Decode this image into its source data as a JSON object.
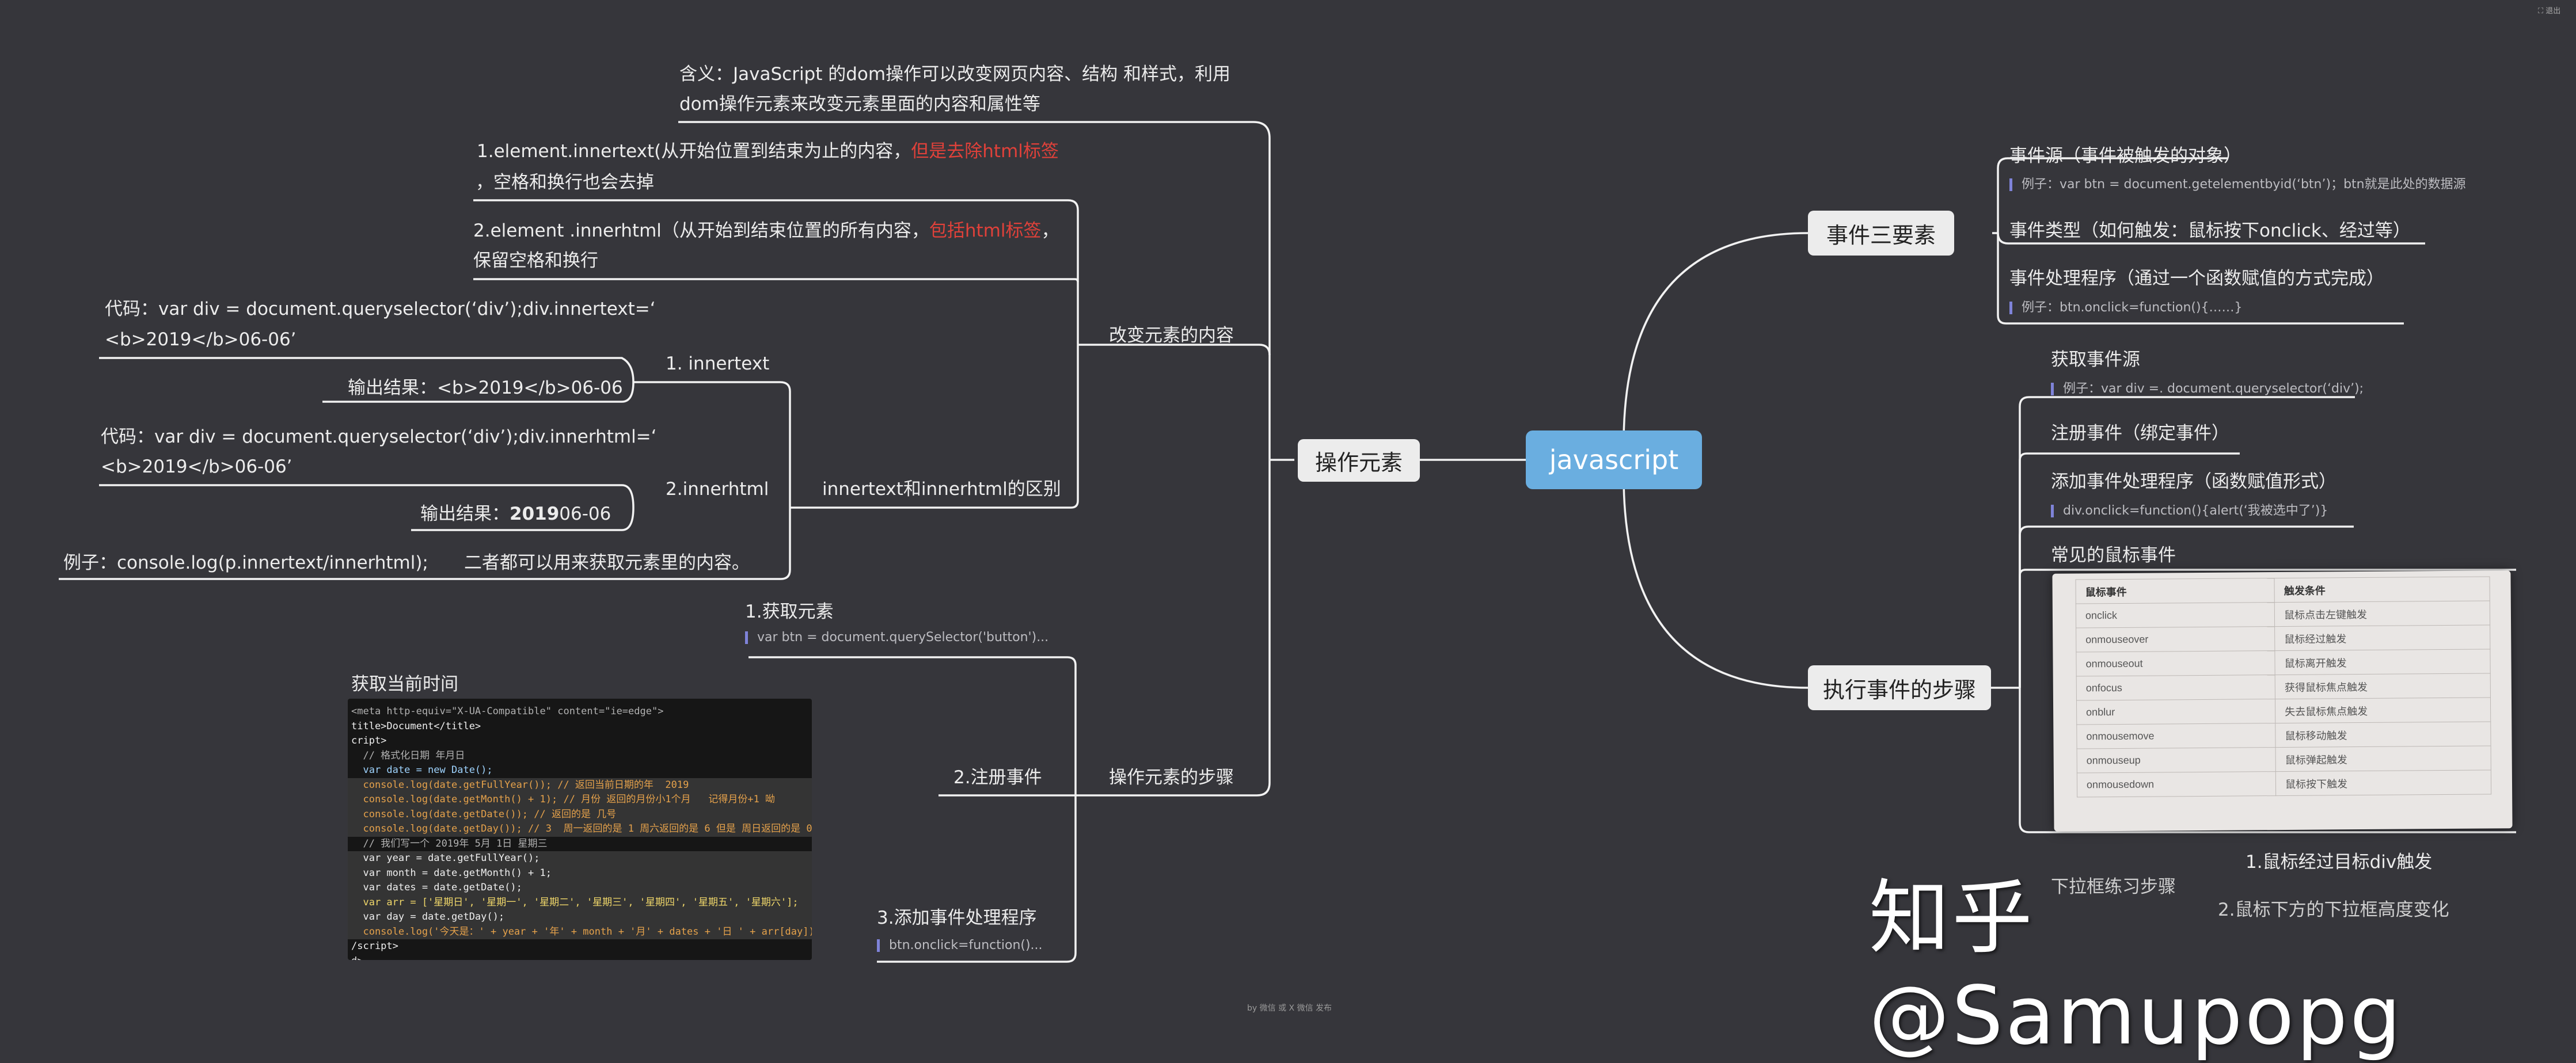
{
  "root": "javascript",
  "dom": {
    "title": "操作元素",
    "meaning": [
      "含义：JavaScript 的dom操作可以改变网页内容、结构 和样式，利用",
      "dom操作元素来改变元素里面的内容和属性等"
    ],
    "change_content": {
      "title": "改变元素的内容",
      "innertext_desc": {
        "before": "1.element.innertext(从开始位置到结束为止的内容，",
        "red": "但是去除html标签",
        "line2": "，空格和换行也会去掉"
      },
      "innerhtml_desc": {
        "before": "2.element .innerhtml（从开始到结束位置的所有内容，",
        "red": "包括html标签",
        "after": "，",
        "line2": "保留空格和换行"
      },
      "diff": {
        "title": "innertext和innerhtml的区别",
        "innertext": {
          "label": "1. innertext",
          "code": [
            "代码：var div = document.queryselector(‘div’);div.innertext=‘",
            "<b>2019</b>06-06’"
          ],
          "result": "输出结果：<b>2019</b>06-06"
        },
        "innerhtml": {
          "label": "2.innerhtml",
          "code": [
            "代码：var div = document.queryselector(‘div’);div.innerhtml=‘",
            "<b>2019</b>06-06’"
          ],
          "result_prefix": "输出结果：",
          "result_bold": "2019",
          "result_suffix": "06-06"
        },
        "both": "二者都可以用来获取元素里的内容。",
        "example": "例子：console.log(p.innertext/innerhtml);"
      }
    },
    "steps": {
      "title": "操作元素的步骤",
      "get": {
        "label": "1.获取元素",
        "note": "var btn = document.querySelector('button')..."
      },
      "register": {
        "label": "2.注册事件"
      },
      "handler": {
        "label": "3.添加事件处理程序",
        "note": "btn.onclick=function()..."
      },
      "time": {
        "label": "获取当前时间",
        "code": [
          "<meta http-equiv=\"X-UA-Compatible\" content=\"ie=edge\">",
          "title>Document</title>",
          "cript>",
          "  // 格式化日期 年月日",
          "  var date = new Date();",
          "  console.log(date.getFullYear()); // 返回当前日期的年  2019",
          "  console.log(date.getMonth() + 1); // 月份 返回的月份小1个月   记得月份+1 呦",
          "  console.log(date.getDate()); // 返回的是 几号",
          "  console.log(date.getDay()); // 3  周一返回的是 1 周六返回的是 6 但是 周日返回的是 0",
          "  // 我们写一个 2019年 5月 1日 星期三",
          "  var year = date.getFullYear();",
          "  var month = date.getMonth() + 1;",
          "  var dates = date.getDate();",
          "  var arr = ['星期日', '星期一', '星期二', '星期三', '星期四', '星期五', '星期六'];",
          "  var day = date.getDay();",
          "  console.log('今天是：' + year + '年' + month + '月' + dates + '日 ' + arr[day]);",
          "/script>",
          "d>"
        ]
      }
    }
  },
  "events": {
    "three": {
      "title": "事件三要素",
      "source": {
        "label": "事件源（事件被触发的对象）",
        "note": "例子：var btn = document.getelementbyid(‘btn’)；btn就是此处的数据源"
      },
      "type": {
        "label": "事件类型（如何触发：鼠标按下onclick、经过等）"
      },
      "handler": {
        "label": "事件处理程序（通过一个函数赋值的方式完成）",
        "note": "例子：btn.onclick=function(){……}"
      }
    },
    "steps": {
      "title": "执行事件的步骤",
      "get_source": {
        "label": "获取事件源",
        "note": "例子：var div =. document.queryselector(‘div’);"
      },
      "register": {
        "label": "注册事件（绑定事件）"
      },
      "add_handler": {
        "label": "添加事件处理程序（函数赋值形式）",
        "note": "div.onclick=function(){alert(‘我被选中了’)}"
      },
      "mouse": {
        "label": "常见的鼠标事件",
        "header": [
          "鼠标事件",
          "触发条件"
        ],
        "rows": [
          [
            "onclick",
            "鼠标点击左键触发"
          ],
          [
            "onmouseover",
            "鼠标经过触发"
          ],
          [
            "onmouseout",
            "鼠标离开触发"
          ],
          [
            "onfocus",
            "获得鼠标焦点触发"
          ],
          [
            "onblur",
            "失去鼠标焦点触发"
          ],
          [
            "onmousemove",
            "鼠标移动触发"
          ],
          [
            "onmouseup",
            "鼠标弹起触发"
          ],
          [
            "onmousedown",
            "鼠标按下触发"
          ]
        ]
      },
      "practice": {
        "label": "下拉框练习步骤",
        "sub1": "1.鼠标经过目标div触发",
        "sub2": "2.鼠标下方的下拉框高度变化"
      }
    }
  },
  "watermark": "知乎 @Samupopg",
  "footer": "by 微信 或 X 微信 发布",
  "corner": "⛶ 退出"
}
